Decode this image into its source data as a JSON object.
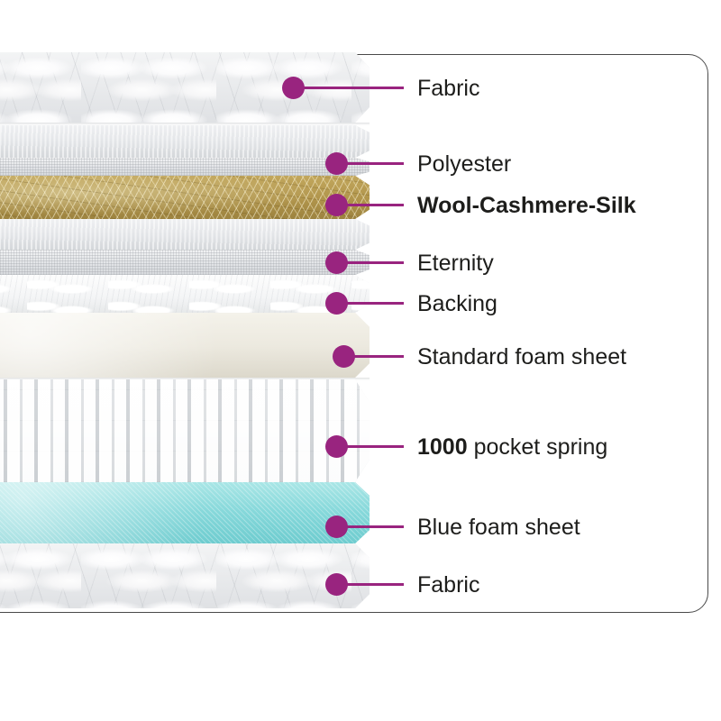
{
  "diagram": {
    "title": "Mattress layer construction cutaway",
    "accent_color": "#99247f",
    "text_color": "#1d1d1b",
    "border_color": "#4a4a4a"
  },
  "layers": [
    {
      "id": "fabric-top",
      "label": "Fabric",
      "label_style": "regular",
      "color": "#e9eaec",
      "texture": "quilted-fabric"
    },
    {
      "id": "polyester",
      "label": "Polyester",
      "label_style": "regular",
      "color": "#e2e4e7",
      "texture": "polyester"
    },
    {
      "id": "wool",
      "label": "Wool-Cashmere-Silk",
      "label_style": "bold",
      "color": "#b49a52",
      "texture": "wool-fibre"
    },
    {
      "id": "eternity",
      "label": "Eternity",
      "label_style": "regular",
      "color": "#e4e6e8",
      "texture": "weave"
    },
    {
      "id": "backing",
      "label": "Backing",
      "label_style": "regular",
      "color": "#f7f8f9",
      "texture": "wadding"
    },
    {
      "id": "standard-foam",
      "label": "Standard foam sheet",
      "label_style": "regular",
      "color": "#eae7dd",
      "texture": "foam"
    },
    {
      "id": "pocket-spring",
      "label_prefix": "1000",
      "label_suffix": " pocket spring",
      "label": "1000 pocket spring",
      "label_style": "mixed",
      "color": "#f0f1f2",
      "texture": "pocket-spring"
    },
    {
      "id": "blue-foam",
      "label": "Blue foam sheet",
      "label_style": "regular",
      "color": "#88dadb",
      "texture": "teal-foam"
    },
    {
      "id": "fabric-base",
      "label": "Fabric",
      "label_style": "regular",
      "color": "#e9eaec",
      "texture": "quilted-fabric"
    }
  ]
}
